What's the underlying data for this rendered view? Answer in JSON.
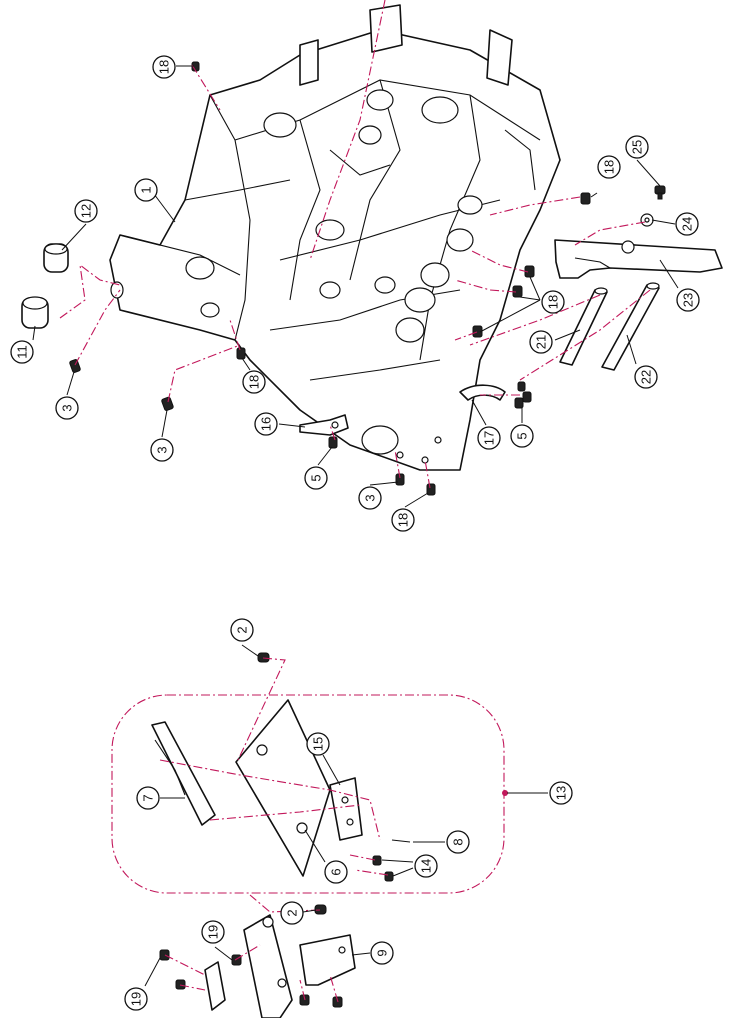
{
  "diagram": {
    "guide_color": "#c2185b",
    "line_color": "#111111",
    "callouts": [
      {
        "id": "c1",
        "label": "1"
      },
      {
        "id": "c2a",
        "label": "2"
      },
      {
        "id": "c2b",
        "label": "2"
      },
      {
        "id": "c3a",
        "label": "3"
      },
      {
        "id": "c3b",
        "label": "3"
      },
      {
        "id": "c3c",
        "label": "3"
      },
      {
        "id": "c5a",
        "label": "5"
      },
      {
        "id": "c5b",
        "label": "5"
      },
      {
        "id": "c6",
        "label": "6"
      },
      {
        "id": "c7",
        "label": "7"
      },
      {
        "id": "c8",
        "label": "8"
      },
      {
        "id": "c9",
        "label": "9"
      },
      {
        "id": "c11",
        "label": "11"
      },
      {
        "id": "c12",
        "label": "12"
      },
      {
        "id": "c13",
        "label": "13"
      },
      {
        "id": "c14",
        "label": "14"
      },
      {
        "id": "c15",
        "label": "15"
      },
      {
        "id": "c16",
        "label": "16"
      },
      {
        "id": "c17",
        "label": "17"
      },
      {
        "id": "c18a",
        "label": "18"
      },
      {
        "id": "c18b",
        "label": "18"
      },
      {
        "id": "c18c",
        "label": "18"
      },
      {
        "id": "c18d",
        "label": "18"
      },
      {
        "id": "c18e",
        "label": "18"
      },
      {
        "id": "c19a",
        "label": "19"
      },
      {
        "id": "c19b",
        "label": "19"
      },
      {
        "id": "c21",
        "label": "21"
      },
      {
        "id": "c22",
        "label": "22"
      },
      {
        "id": "c23",
        "label": "23"
      },
      {
        "id": "c24",
        "label": "24"
      },
      {
        "id": "c25",
        "label": "25"
      }
    ]
  }
}
